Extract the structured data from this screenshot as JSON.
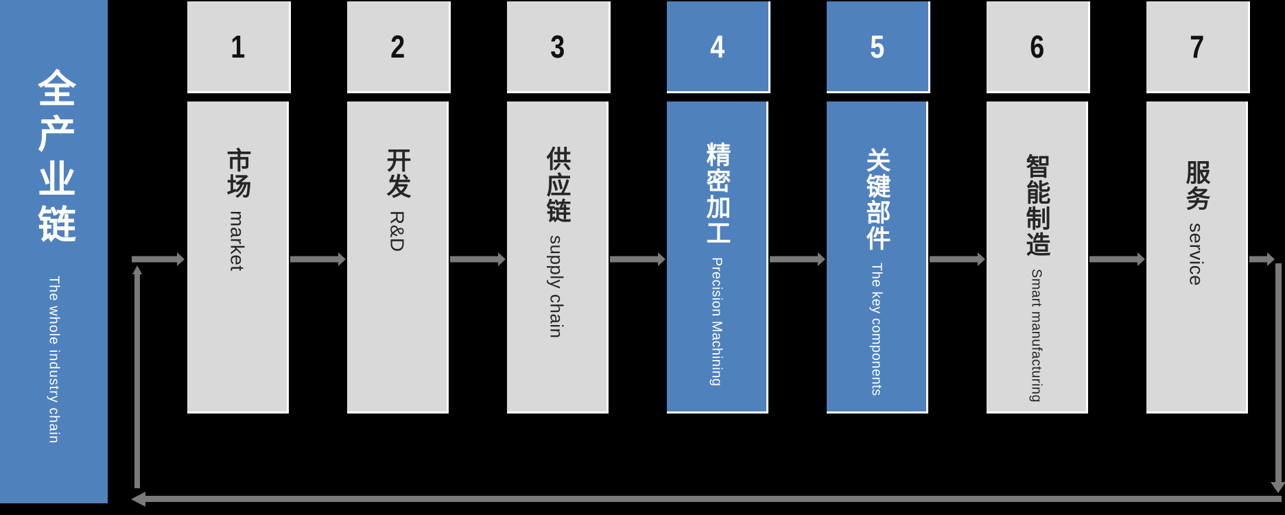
{
  "diagram": {
    "sidebar": {
      "title_cn": "全产业链",
      "title_en": "The whole industry chain"
    },
    "stages": [
      {
        "number": "1",
        "name_cn": "市场",
        "name_en": "market",
        "highlighted": false
      },
      {
        "number": "2",
        "name_cn": "开发",
        "name_en": "R&D",
        "highlighted": false
      },
      {
        "number": "3",
        "name_cn": "供应链",
        "name_en": "supply chain",
        "highlighted": false
      },
      {
        "number": "4",
        "name_cn": "精密加工",
        "name_en": "Precision Machining",
        "highlighted": true
      },
      {
        "number": "5",
        "name_cn": "关键部件",
        "name_en": "The key components",
        "highlighted": true
      },
      {
        "number": "6",
        "name_cn": "智能制造",
        "name_en": "Smart manufacturing",
        "highlighted": false
      },
      {
        "number": "7",
        "name_cn": "服务",
        "name_en": "service",
        "highlighted": false
      }
    ],
    "flow": {
      "direction": "left-to-right with feedback loop returning along the bottom"
    },
    "colors": {
      "highlight_blue": "#4F81BD",
      "box_gray": "#D9D9D9",
      "arrow_gray": "#7A7A7A",
      "background": "#000000",
      "text_dark": "#262626",
      "text_light": "#FFFFFF"
    }
  }
}
